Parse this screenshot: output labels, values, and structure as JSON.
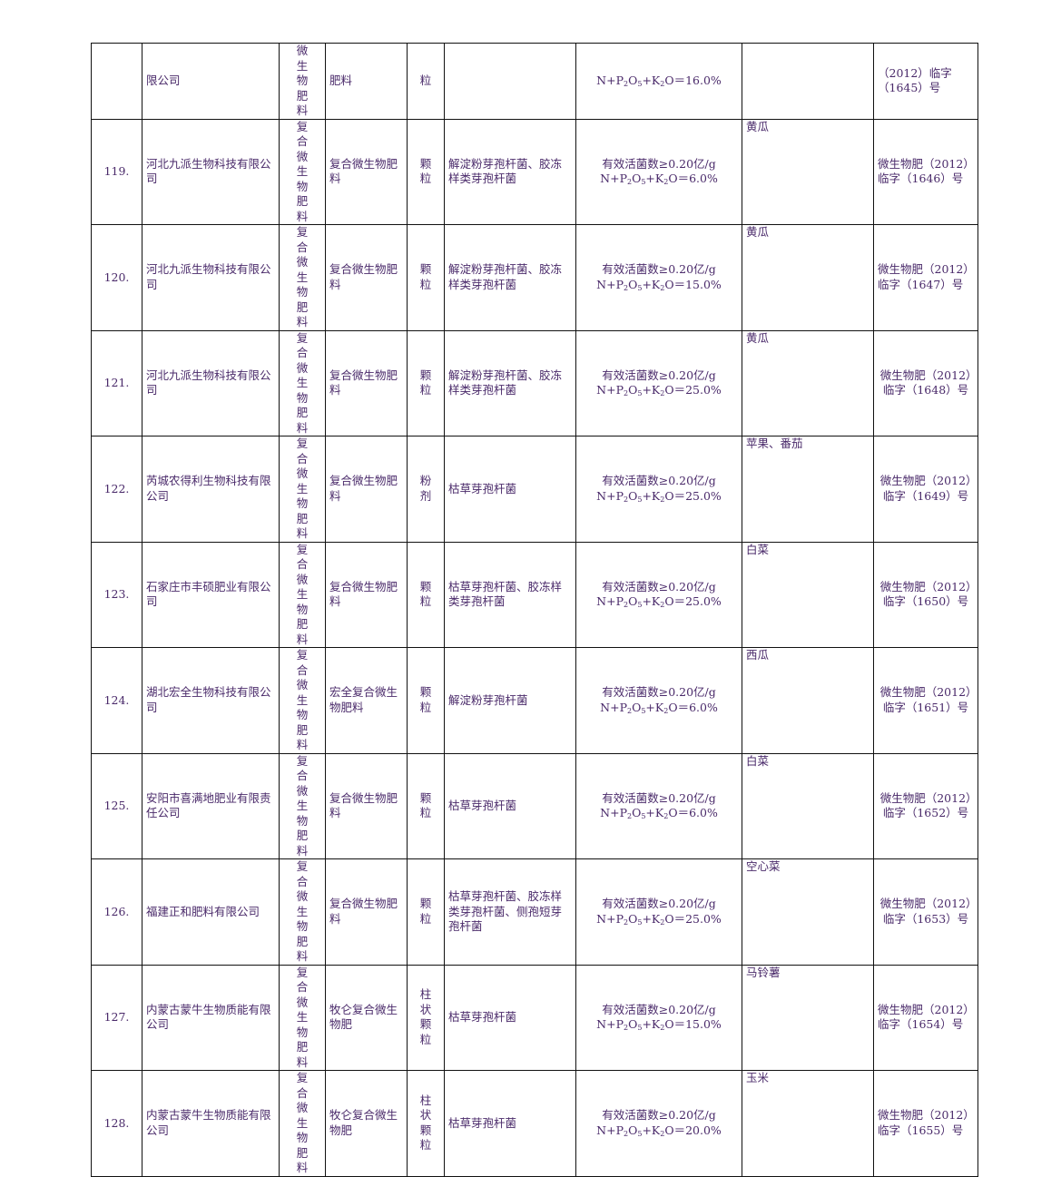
{
  "rows": [
    {
      "no": "",
      "company": "限公司",
      "kind": "微生物肥料",
      "name": "肥料",
      "form": "粒",
      "bacteria": "",
      "spec_line1": "",
      "spec_k": "16.0%",
      "crop": "",
      "reg": "（2012）临字（1645）号",
      "reg_center": false
    },
    {
      "no": "119.",
      "company": "河北九派生物科技有限公司",
      "kind": "复合微生物肥料",
      "name": "复合微生物肥料",
      "form": "颗粒",
      "bacteria": "解淀粉芽孢杆菌、胶冻样类芽孢杆菌",
      "spec_line1": "有效活菌数≥0.20亿/g",
      "spec_k": "6.0%",
      "crop": "黄瓜",
      "reg": "微生物肥（2012）临字（1646）号",
      "reg_center": false
    },
    {
      "no": "120.",
      "company": "河北九派生物科技有限公司",
      "kind": "复合微生物肥料",
      "name": "复合微生物肥料",
      "form": "颗粒",
      "bacteria": "解淀粉芽孢杆菌、胶冻样类芽孢杆菌",
      "spec_line1": "有效活菌数≥0.20亿/g",
      "spec_k": "15.0%",
      "crop": "黄瓜",
      "reg": "微生物肥（2012）临字（1647）号",
      "reg_center": false
    },
    {
      "no": "121.",
      "company": "河北九派生物科技有限公司",
      "kind": "复合微生物肥料",
      "name": "复合微生物肥料",
      "form": "颗粒",
      "bacteria": "解淀粉芽孢杆菌、胶冻样类芽孢杆菌",
      "spec_line1": "有效活菌数≥0.20亿/g",
      "spec_k": "25.0%",
      "crop": "黄瓜",
      "reg": "微生物肥（2012）临字（1648）号",
      "reg_center": true
    },
    {
      "no": "122.",
      "company": "芮城农得利生物科技有限公司",
      "kind": "复合微生物肥料",
      "name": "复合微生物肥料",
      "form": "粉剂",
      "bacteria": "枯草芽孢杆菌",
      "spec_line1": "有效活菌数≥0.20亿/g",
      "spec_k": "25.0%",
      "crop": "苹果、番茄",
      "reg": "微生物肥（2012）临字（1649）号",
      "reg_center": true
    },
    {
      "no": "123.",
      "company": "石家庄市丰硕肥业有限公司",
      "kind": "复合微生物肥料",
      "name": "复合微生物肥料",
      "form": "颗粒",
      "bacteria": "枯草芽孢杆菌、胶冻样类芽孢杆菌",
      "spec_line1": "有效活菌数≥0.20亿/g",
      "spec_k": "25.0%",
      "crop": "白菜",
      "reg": "微生物肥（2012）临字（1650）号",
      "reg_center": true
    },
    {
      "no": "124.",
      "company": "湖北宏全生物科技有限公司",
      "kind": "复合微生物肥料",
      "name": "宏全复合微生物肥料",
      "form": "颗粒",
      "bacteria": "解淀粉芽孢杆菌",
      "spec_line1": "有效活菌数≥0.20亿/g",
      "spec_k": "6.0%",
      "crop": "西瓜",
      "reg": "微生物肥（2012）临字（1651）号",
      "reg_center": true
    },
    {
      "no": "125.",
      "company": "安阳市喜满地肥业有限责任公司",
      "kind": "复合微生物肥料",
      "name": "复合微生物肥料",
      "form": "颗粒",
      "bacteria": "枯草芽孢杆菌",
      "spec_line1": "有效活菌数≥0.20亿/g",
      "spec_k": "6.0%",
      "crop": "白菜",
      "reg": "微生物肥（2012）临字（1652）号",
      "reg_center": true
    },
    {
      "no": "126.",
      "company": "福建正和肥料有限公司",
      "kind": "复合微生物肥料",
      "name": "复合微生物肥料",
      "form": "颗粒",
      "bacteria": "枯草芽孢杆菌、胶冻样类芽孢杆菌、侧孢短芽孢杆菌",
      "spec_line1": "有效活菌数≥0.20亿/g",
      "spec_k": "25.0%",
      "crop": "空心菜",
      "reg": "微生物肥（2012）临字（1653）号",
      "reg_center": true
    },
    {
      "no": "127.",
      "company": "内蒙古蒙牛生物质能有限公司",
      "kind": "复合微生物肥料",
      "name": "牧仑复合微生物肥",
      "form": "柱状颗粒",
      "bacteria": "枯草芽孢杆菌",
      "spec_line1": "有效活菌数≥0.20亿/g",
      "spec_k": "15.0%",
      "crop": "马铃薯",
      "reg": "微生物肥（2012）临字（1654）号",
      "reg_center": false
    },
    {
      "no": "128.",
      "company": "内蒙古蒙牛生物质能有限公司",
      "kind": "复合微生物肥料",
      "name": "牧仑复合微生物肥",
      "form": "柱状颗粒",
      "bacteria": "枯草芽孢杆菌",
      "spec_line1": "有效活菌数≥0.20亿/g",
      "spec_k": "20.0%",
      "crop": "玉米",
      "reg": "微生物肥（2012）临字（1655）号",
      "reg_center": false
    }
  ]
}
